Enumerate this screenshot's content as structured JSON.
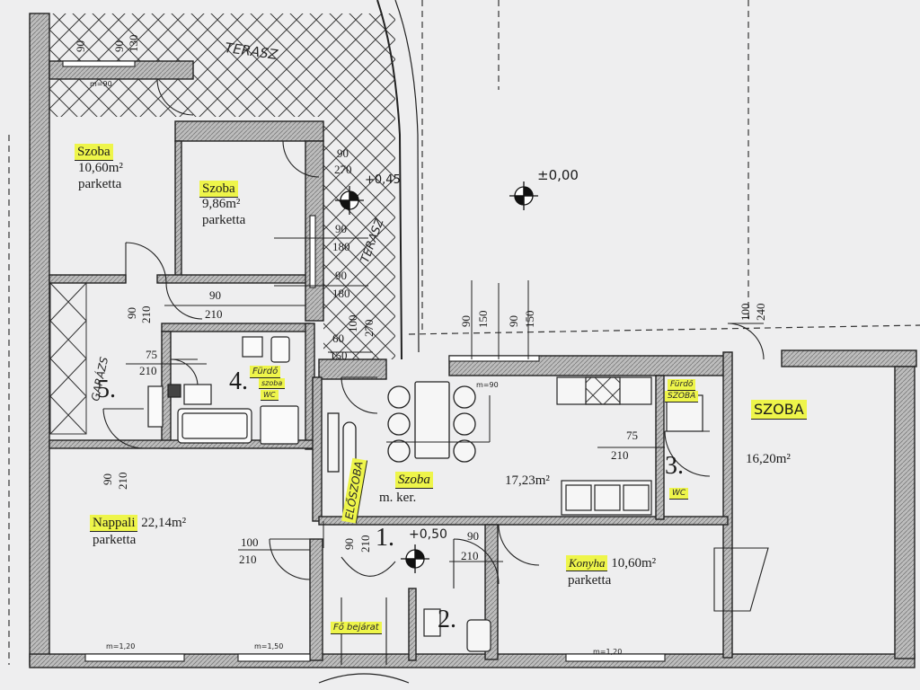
{
  "rooms": {
    "r1": {
      "name": "Szoba",
      "area": "10,60m²",
      "floor": "parketta"
    },
    "r2": {
      "name": "Szoba",
      "area": "9,86m²",
      "floor": "parketta"
    },
    "nappali": {
      "name": "Nappali",
      "area": "22,14m²",
      "floor": "parketta"
    },
    "central": {
      "name": "Szoba",
      "note": "m. ker.",
      "area": "17,23m²"
    },
    "right": {
      "name": "SZOBA",
      "area": "16,20m²"
    },
    "kitchen": {
      "name": "Konyha",
      "area": "10,60m²",
      "floor": "parketta"
    }
  },
  "numbers": {
    "n1": "1.",
    "n2": "2.",
    "n3": "3.",
    "n4": "4.",
    "n5": "5."
  },
  "handwritten": {
    "terasz": "TERASZ",
    "terasz2": "TERASZ",
    "garazs": "GARÁZS",
    "eloszoba": "ELŐSZOBA",
    "fobejarat": "Fő bejárat",
    "furdo4": "Fürdő",
    "furdo4b": "szoba",
    "furdo4c": "WC",
    "furdo3": "Fürdő",
    "furdo3b": "SZOBA",
    "wc3": "WC"
  },
  "levels": {
    "main": "±0,00",
    "entry": "+0,50",
    "terrace": "+0,45"
  },
  "window_marks": {
    "m90": "m=90",
    "m120": "m=1,20",
    "m150": "m=1,50"
  },
  "dims": {
    "d90": "90",
    "d130": "130",
    "d150": "150",
    "d180": "180",
    "d210": "210",
    "d270": "270",
    "d240": "240",
    "d100": "100",
    "d60": "60",
    "d75": "75"
  }
}
